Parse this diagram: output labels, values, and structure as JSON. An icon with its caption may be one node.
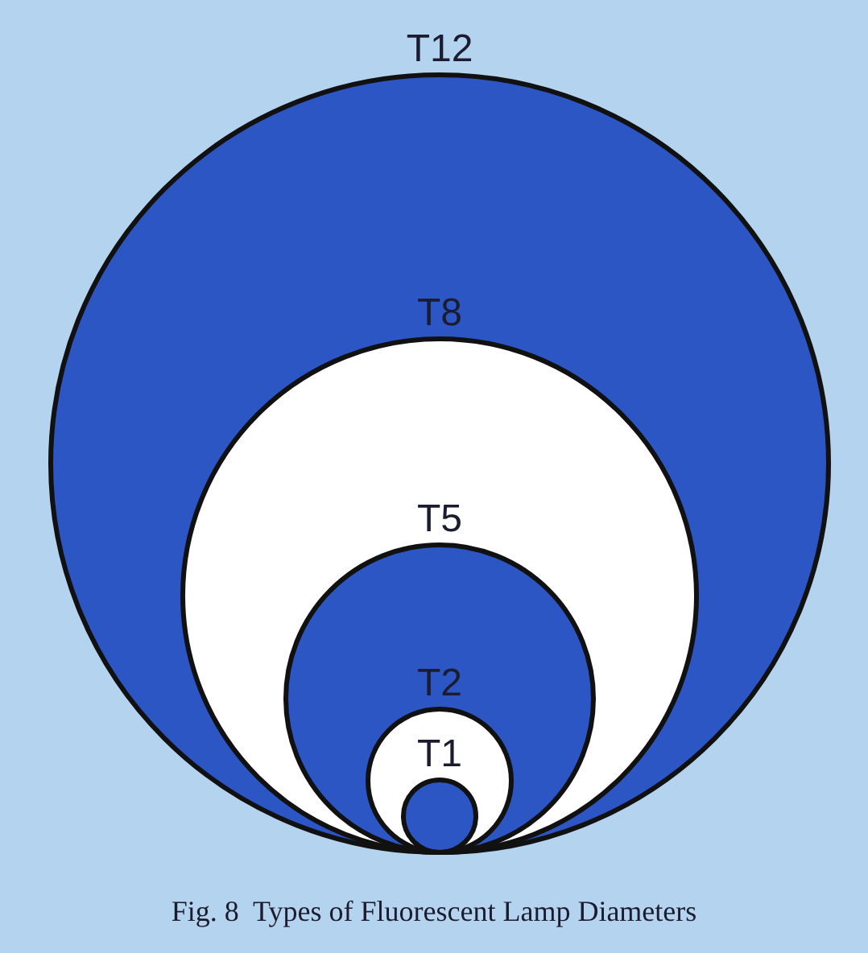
{
  "diagram": {
    "caption": "Fig. 8  Types of Fluorescent Lamp Diameters",
    "nodes": [
      {
        "text": [
          "T12"
        ]
      },
      {
        "text": [
          "T8"
        ],
        "in": 0
      },
      {
        "text": [
          "T5"
        ],
        "in": 1
      },
      {
        "text": [
          "T2"
        ],
        "in": 2
      },
      {
        "text": [
          "T1"
        ],
        "in": 3
      }
    ]
  }
}
